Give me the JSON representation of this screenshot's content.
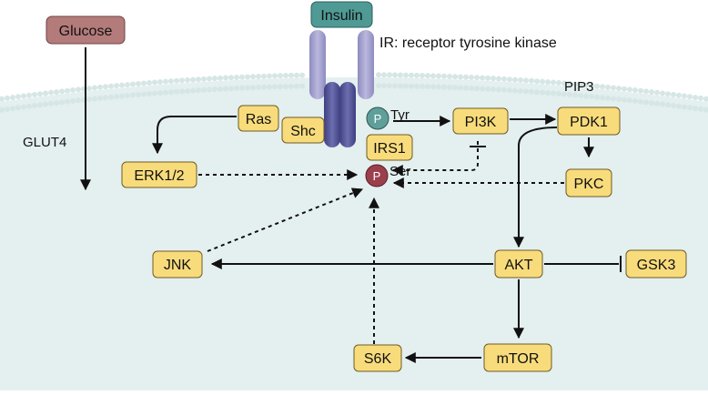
{
  "molecules": {
    "insulin": "Insulin",
    "glucose": "Glucose",
    "ras": "Ras",
    "shc": "Shc",
    "irs1": "IRS1",
    "erk": "ERK1/2",
    "pi3k": "PI3K",
    "pdk1": "PDK1",
    "pkc": "PKC",
    "akt": "AKT",
    "gsk3": "GSK3",
    "jnk": "JNK",
    "mtor": "mTOR",
    "s6k": "S6K"
  },
  "labels": {
    "receptor": "IR: receptor tyrosine kinase",
    "pip3": "PIP3",
    "glut4": "GLUT4",
    "tyr": "Tyr",
    "ser": "Ser",
    "phospho": "P"
  },
  "colors": {
    "node_fill": "#f8dc7c",
    "node_stroke": "#6e5d24",
    "insulin_fill": "#4f9a95",
    "glucose_fill": "#b47b7b",
    "receptor_light": "#a6a3cf",
    "receptor_dark": "#55569a",
    "phospho_tyr": "#5f9f9a",
    "phospho_ser": "#9b3f4d",
    "cytoplasm": "#e4eff0",
    "membrane_head": "#d6e6e5"
  }
}
